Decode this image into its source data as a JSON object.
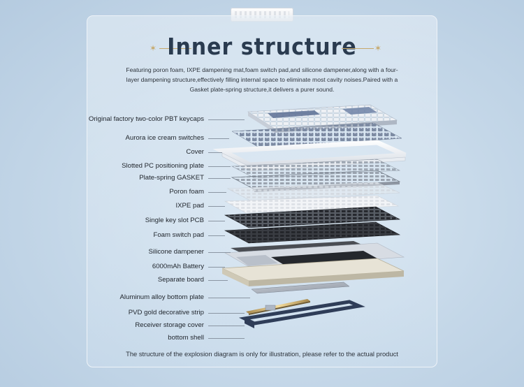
{
  "header": {
    "title": "Inner structure",
    "star_glyph": "✶"
  },
  "intro": "Featuring poron foam, IXPE dampening mat,foam switch pad,and silicone dampener,along with a four-layer dampening structure,effectively filling internal space to eliminate most cavity noises.Paired with a Gasket plate-spring structure,it delivers a purer sound.",
  "layers": [
    "Original factory two-color PBT keycaps",
    "Aurora ice cream switches",
    "Cover",
    "Slotted PC positioning plate",
    "Plate-spring GASKET",
    "Poron foam",
    "IXPE pad",
    "Single key slot PCB",
    "Foam switch pad",
    "Silicone dampener",
    "6000mAh Battery",
    "Separate board",
    "Aluminum alloy bottom plate",
    "PVD gold decorative strip",
    "Receiver storage cover",
    "bottom shell"
  ],
  "footer": "The structure of the explosion diagram is only for illustration, please refer to the actual product",
  "colors": {
    "accent_gold": "#c6a86a",
    "title": "#2a3b4f",
    "keycap_blue": "#5c6f93",
    "pcb": "#2c2f35"
  }
}
